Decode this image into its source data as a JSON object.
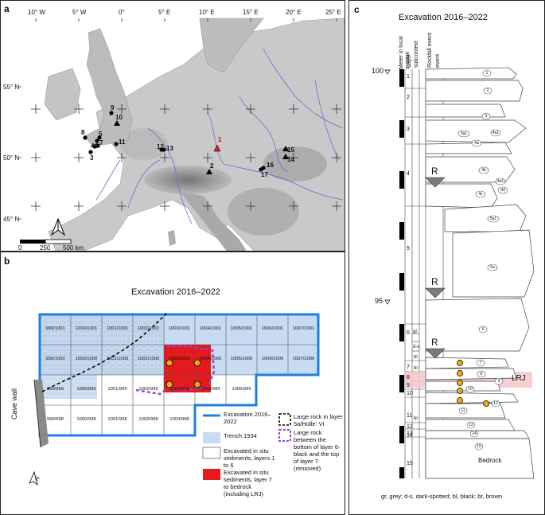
{
  "panel_a": {
    "label": "a",
    "lon_labels": [
      "10° W",
      "5° W",
      "0°",
      "5° E",
      "10° E",
      "15° E",
      "20° E",
      "25° E"
    ],
    "lat_labels": [
      "55° N",
      "50° N",
      "45° N"
    ],
    "sites": [
      "1",
      "2",
      "3",
      "4",
      "5",
      "6",
      "7",
      "8",
      "9",
      "10",
      "11",
      "12",
      "13",
      "14",
      "15",
      "16",
      "17"
    ],
    "scalebar_labels": [
      "0",
      "250",
      "500 km"
    ]
  },
  "panel_b": {
    "label": "b",
    "title": "Excavation 2016–2022",
    "cave_wall": "Cave wall",
    "north": "N",
    "grid_rows": [
      [
        "999/1001",
        "1000/1001",
        "1001/1001",
        "1002/1001",
        "1003/1001",
        "1004/1001",
        "1005/1001",
        "1006/1001",
        "1007/1001"
      ],
      [
        "999/1000",
        "1000/1000",
        "1001/1000",
        "1002/1000",
        "1003/1000",
        "1004/1000",
        "1005/1000",
        "1006/1000",
        "1007/1000"
      ],
      [
        "999/999",
        "1000/999",
        "1001/999",
        "1002/999",
        "1003/999",
        "1004/999",
        "1005/999"
      ],
      [
        "999/998",
        "1000/998",
        "1001/998",
        "1002/998",
        "1003/998"
      ]
    ],
    "legend": {
      "excavation": "Excavation 2016–2022",
      "trench": "Trench 1934",
      "insitu_1_6": "Excavated in situ sediments, layers 1 to 6",
      "insitu_7": "Excavated in situ sediments, layer 7 to bedrock (including LRJ)",
      "large_rock": "Large rock in layer 5a/Hülle: VI",
      "large_rock_removed": "Large rock between the bottom of layer 6-black and the top of layer 7 (removed)"
    },
    "colors": {
      "blue": "#1e7fe0",
      "trench": "#c7dcf2",
      "red": "#e41a1c",
      "purple": "#9b3fd1",
      "orange": "#f0a818"
    }
  },
  "panel_c": {
    "label": "c",
    "title": "Excavation 2016–2022",
    "col_headers": [
      "Meter in local system",
      "Layer",
      "subcontext",
      "Rockfall event",
      "event"
    ],
    "meter_100": "100",
    "meter_95": "95",
    "layers": [
      "1",
      "2",
      "3",
      "4",
      "5",
      "6",
      "7",
      "8",
      "9",
      "10",
      "11",
      "12",
      "13",
      "14",
      "15"
    ],
    "subcontexts": [
      "gr",
      "d-s",
      "bl",
      "br",
      "br"
    ],
    "rockfall_marker": "R",
    "rock_ids": [
      "1",
      "2",
      "3",
      "3a1",
      "4a1",
      "4a",
      "4b",
      "4a1",
      "4d",
      "4c",
      "5a1",
      "5a",
      "6",
      "7",
      "8",
      "9",
      "10",
      "11",
      "12",
      "13",
      "14",
      "15"
    ],
    "lrj": "LRJ",
    "bedrock": "Bedrock",
    "footnote": "gr, grey; d-s, dark-spotted; bl, black; br, brown"
  }
}
